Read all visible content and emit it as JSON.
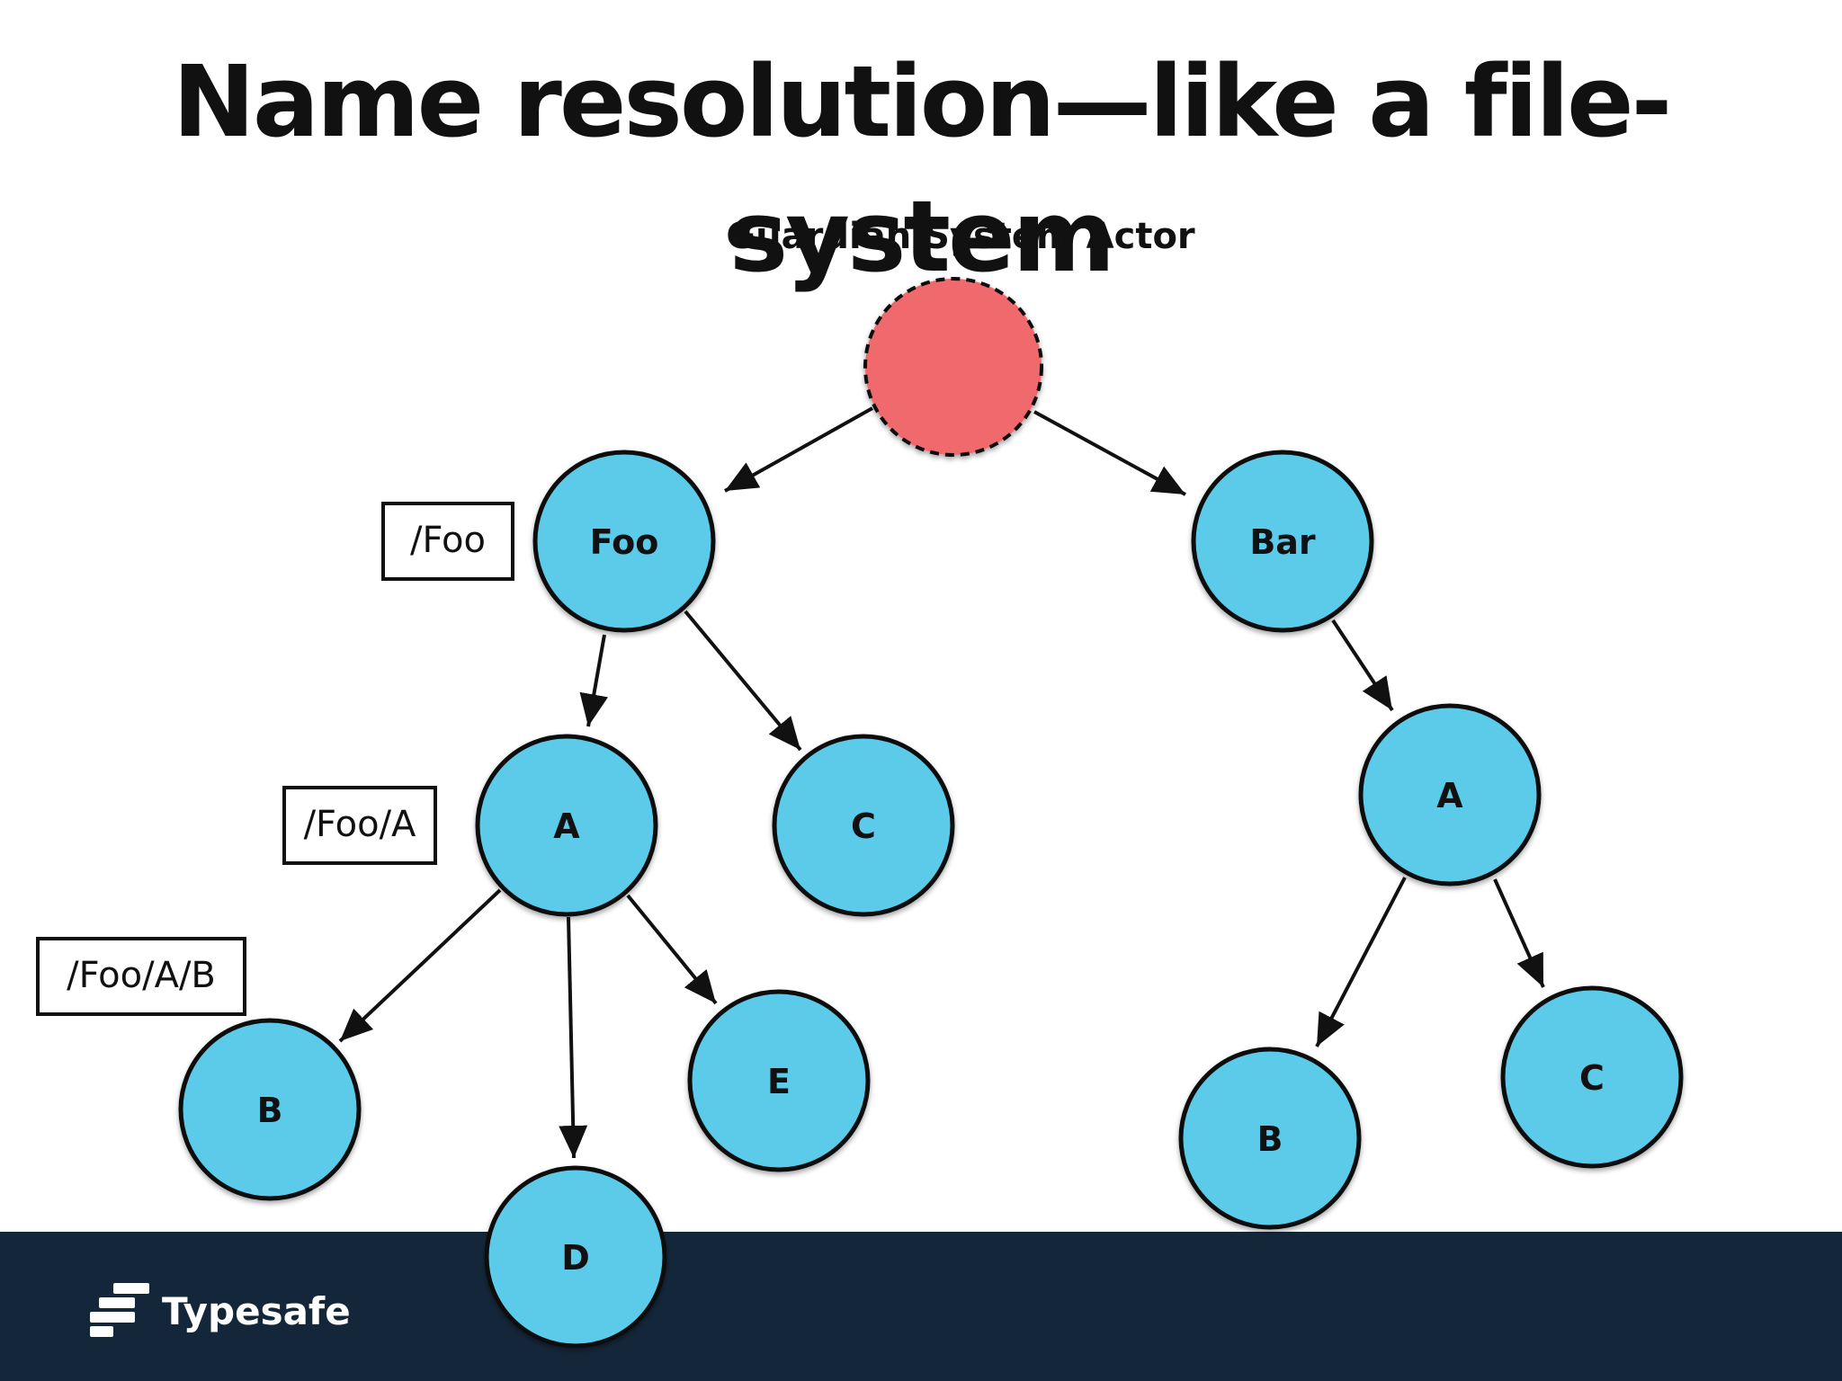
{
  "title": "Name resolution—like a file-system",
  "root": {
    "caption": "Guardian System Actor",
    "fill": "#f0696c"
  },
  "node_fill": "#5bcbea",
  "footer_color": "#14273a",
  "nodes": {
    "foo": "Foo",
    "bar": "Bar",
    "foo_a": "A",
    "foo_c": "C",
    "foo_a_b": "B",
    "foo_a_d": "D",
    "foo_a_e": "E",
    "bar_a": "A",
    "bar_a_b": "B",
    "bar_a_c": "C"
  },
  "path_labels": {
    "foo": "/Foo",
    "foo_a": "/Foo/A",
    "foo_a_b": "/Foo/A/B"
  },
  "logo": {
    "text": "Typesafe",
    "icon": "typesafe-logo-icon"
  }
}
